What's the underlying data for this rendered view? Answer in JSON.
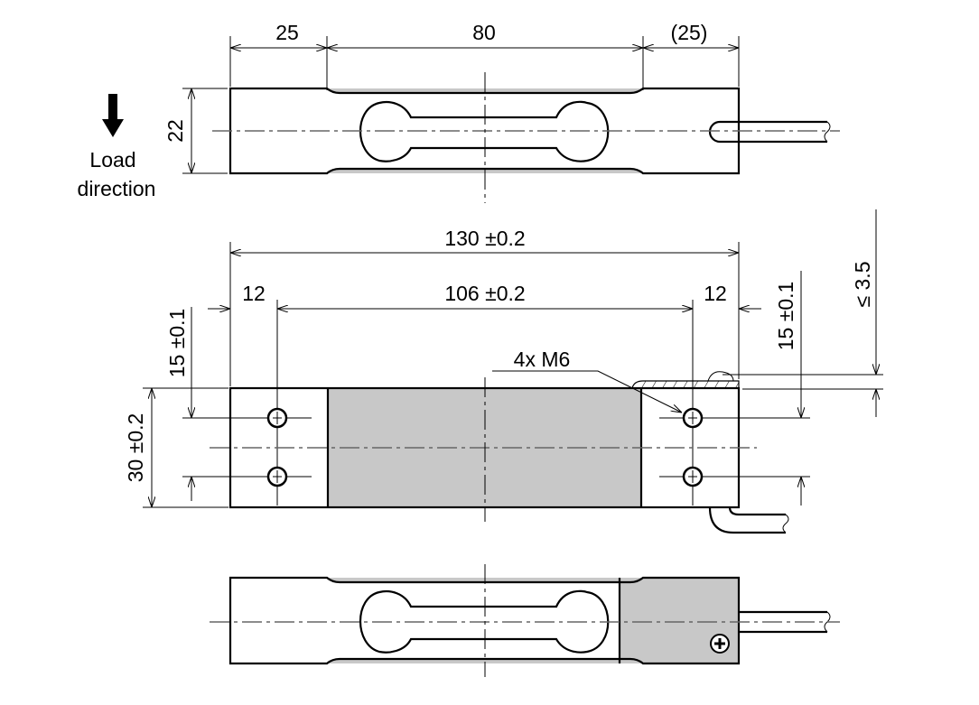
{
  "load_direction": {
    "line1": "Load",
    "line2": "direction"
  },
  "top_view": {
    "dim_left": "25",
    "dim_middle": "80",
    "dim_right": "(25)",
    "dim_height": "22"
  },
  "front_view": {
    "dim_overall_length": "130 ±0.2",
    "dim_hole_spacing": "106 ±0.2",
    "dim_left_edge": "12",
    "dim_right_edge": "12",
    "dim_left_hole_offset": "15 ±0.1",
    "dim_width": "30 ±0.2",
    "dim_right_hole_spacing": "15 ±0.1",
    "dim_max_height": "≤ 3.5",
    "thread_callout": "4x M6"
  },
  "colors": {
    "gauge_area": "#c8c8c8",
    "line": "#000000"
  }
}
